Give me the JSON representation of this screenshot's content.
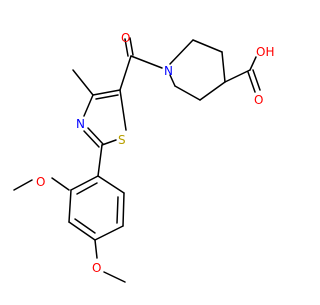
{
  "molecule": {
    "atom_labels": {
      "carbonyl_oxygen": "O",
      "amide_nitrogen": "N",
      "acid_oh": "OH",
      "acid_oxygen": "O",
      "thiazole_nitrogen": "N",
      "thiazole_sulfur": "S",
      "methoxy_oxygen_1": "O",
      "methoxy_oxygen_2": "O"
    },
    "colors": {
      "bond": "#000000",
      "oxygen": "#ff0000",
      "nitrogen": "#0000ff",
      "sulfur": "#b8a000",
      "carbon": "#000000",
      "background": "#ffffff"
    }
  }
}
